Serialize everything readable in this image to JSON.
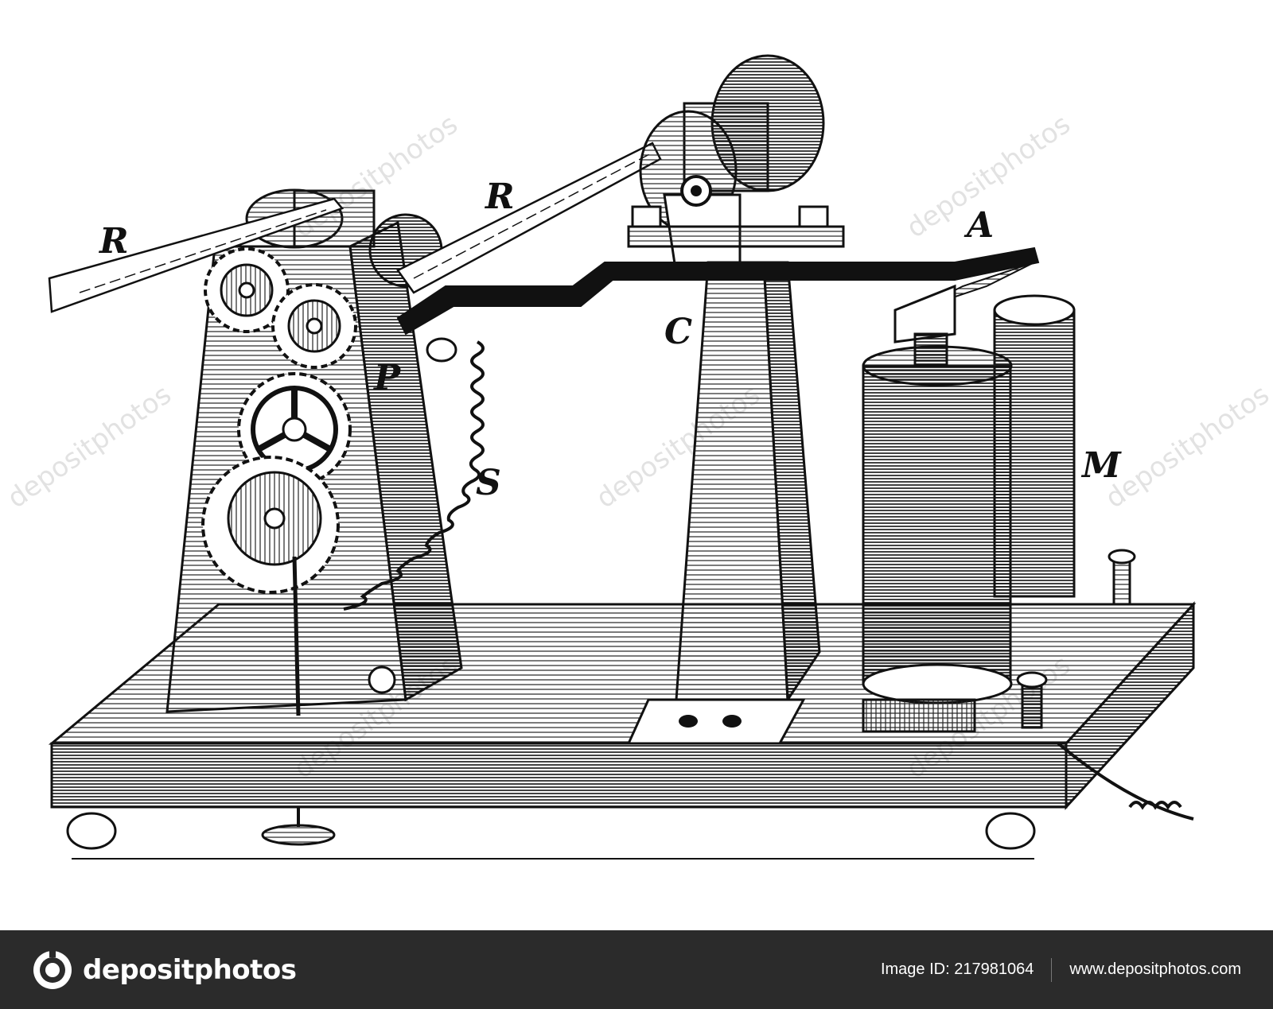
{
  "diagram": {
    "labels": {
      "R_left": "R",
      "R_middle": "R",
      "A": "A",
      "C": "C",
      "P": "P",
      "S": "S",
      "M": "M"
    },
    "watermark_text": "depositphotos"
  },
  "footer": {
    "brand": "depositphotos",
    "image_id": "Image ID: 217981064",
    "website": "www.depositphotos.com"
  },
  "colors": {
    "ink": "#111111",
    "footer_bg": "#2b2b2b",
    "footer_text": "#ffffff"
  }
}
